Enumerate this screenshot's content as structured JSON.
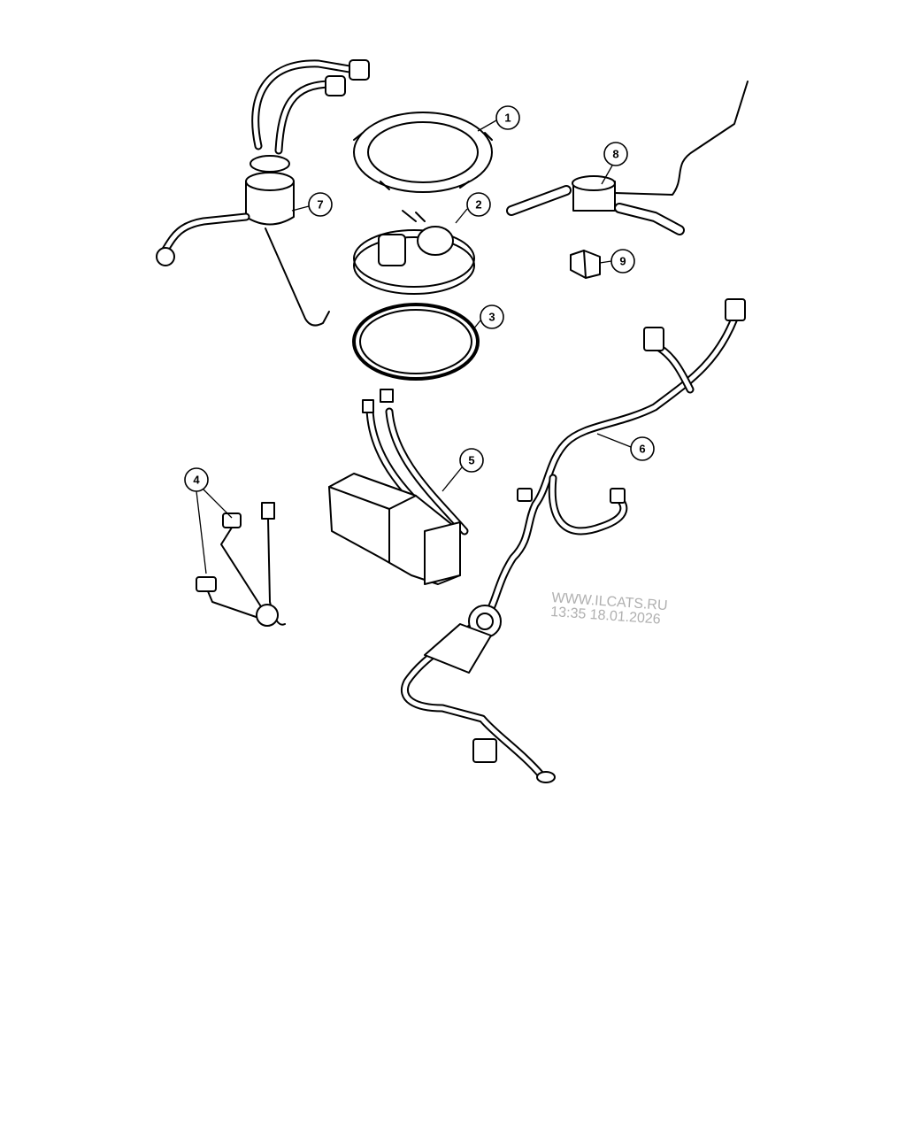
{
  "callouts": [
    "1",
    "2",
    "3",
    "4",
    "5",
    "6",
    "7",
    "8",
    "9"
  ],
  "watermark": {
    "site": "WWW.ILCATS.RU",
    "timestamp": "13:35 18.01.2026"
  }
}
